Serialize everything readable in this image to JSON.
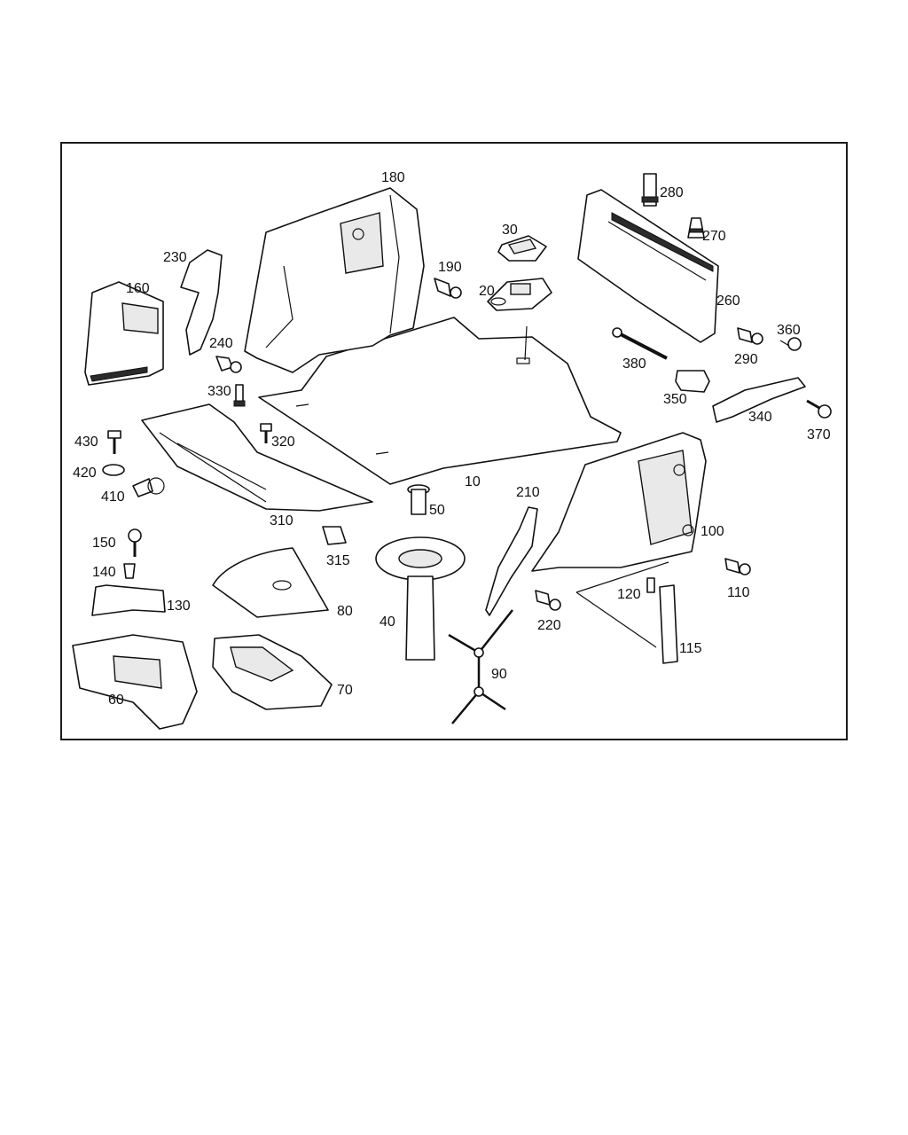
{
  "labels": {
    "l10": "10",
    "l20": "20",
    "l30": "30",
    "l40": "40",
    "l50": "50",
    "l60": "60",
    "l70": "70",
    "l80": "80",
    "l90": "90",
    "l100": "100",
    "l110": "110",
    "l115": "115",
    "l120": "120",
    "l130": "130",
    "l140": "140",
    "l150": "150",
    "l160": "160",
    "l180": "180",
    "l190": "190",
    "l210": "210",
    "l220": "220",
    "l230": "230",
    "l240": "240",
    "l260": "260",
    "l270": "270",
    "l280": "280",
    "l290": "290",
    "l310": "310",
    "l315": "315",
    "l320": "320",
    "l330": "330",
    "l340": "340",
    "l350": "350",
    "l360": "360",
    "l370": "370",
    "l380": "380",
    "l410": "410",
    "l420": "420",
    "l430": "430"
  },
  "colors": {
    "line": "#111111",
    "background": "#ffffff",
    "shade": "#e9e9e9"
  }
}
